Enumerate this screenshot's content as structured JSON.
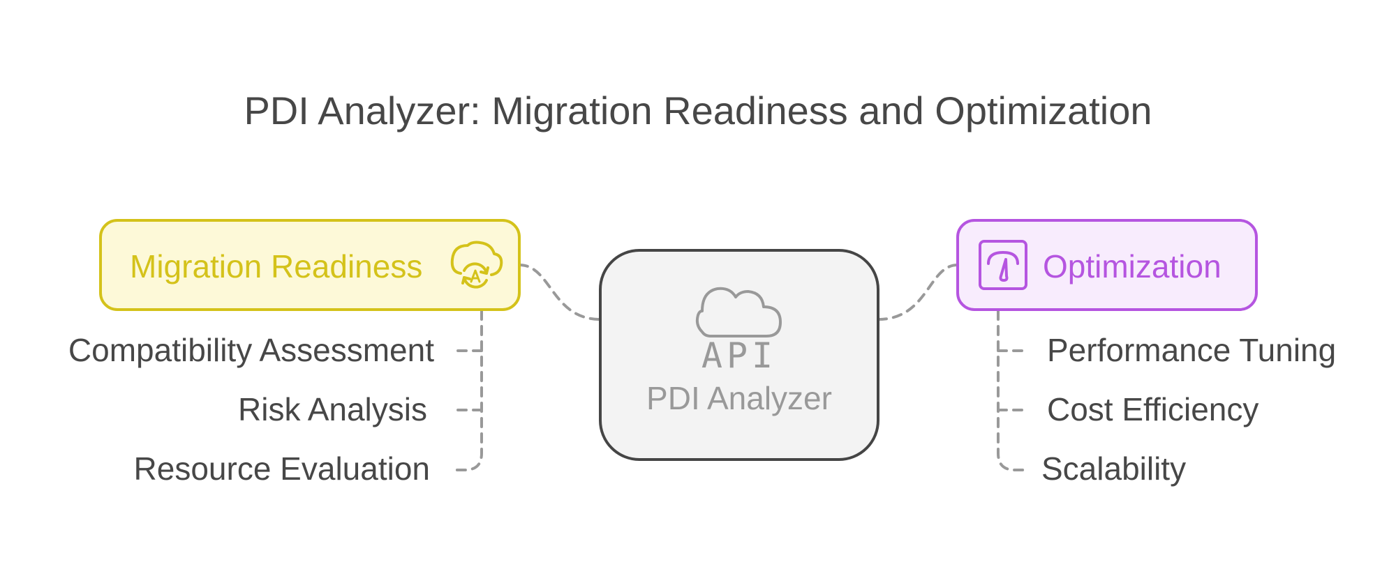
{
  "title": "PDI Analyzer: Migration Readiness and Optimization",
  "center": {
    "label": "PDI Analyzer",
    "icon_text": "API",
    "icon": "cloud-api-icon"
  },
  "left_branch": {
    "label": "Migration Readiness",
    "icon": "cloud-sync-icon",
    "color": "#d4c21a",
    "fill": "#fdf9d8",
    "items": [
      "Compatibility Assessment",
      "Risk Analysis",
      "Resource Evaluation"
    ]
  },
  "right_branch": {
    "label": "Optimization",
    "icon": "gauge-icon",
    "color": "#b555e0",
    "fill": "#f8ecfd",
    "items": [
      "Performance Tuning",
      "Cost Efficiency",
      "Scalability"
    ]
  },
  "colors": {
    "connector": "#999999",
    "center_stroke": "#454545",
    "center_fill": "#f3f3f3",
    "text": "#474747"
  }
}
